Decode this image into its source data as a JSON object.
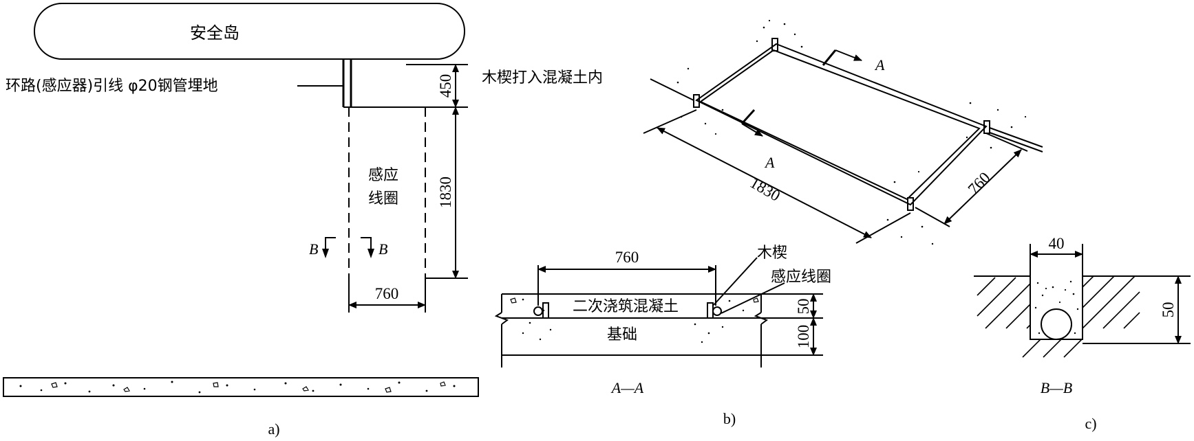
{
  "part_a": {
    "island_label": "安全岛",
    "lead_label": "环路(感应器)引线 φ20钢管埋地",
    "dim_450": "450",
    "coil_label_1": "感应",
    "coil_label_2": "线圈",
    "dim_1830": "1830",
    "section_mark": "B",
    "dim_760": "760",
    "caption": "a)"
  },
  "part_b": {
    "wedge_into_concrete_label": "木楔打入混凝土内",
    "section_mark": "A",
    "dim_1830": "1830",
    "dim_760_iso": "760",
    "section": {
      "dim_760": "760",
      "wedge_label": "木楔",
      "coil_label": "感应线圈",
      "concrete_label": "二次浇筑混凝土",
      "foundation_label": "基础",
      "dim_50": "50",
      "dim_100": "100",
      "title": "A—A"
    },
    "caption": "b)"
  },
  "part_c": {
    "dim_40": "40",
    "dim_50": "50",
    "title": "B—B",
    "caption": "c)"
  }
}
